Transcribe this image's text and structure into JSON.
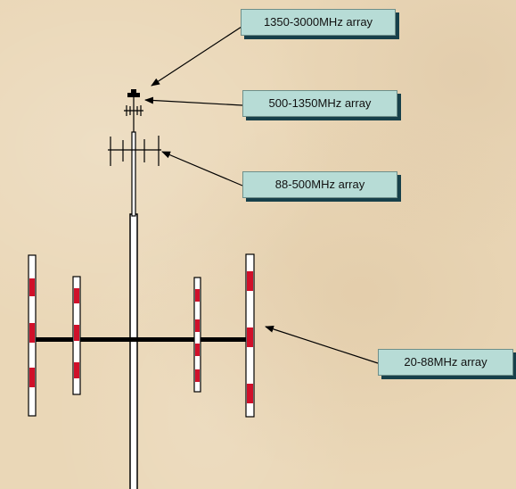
{
  "labels": {
    "band_1350_3000": "1350-3000MHz array",
    "band_500_1350": "500-1350MHz array",
    "band_88_500": "88-500MHz array",
    "band_20_88": "20-88MHz array"
  },
  "colors": {
    "background": "#ead7b7",
    "label_fill": "#b7dcd6",
    "label_shadow": "#17404a",
    "element_red": "#d0102a",
    "element_white": "#ffffff",
    "outline": "#000000"
  }
}
